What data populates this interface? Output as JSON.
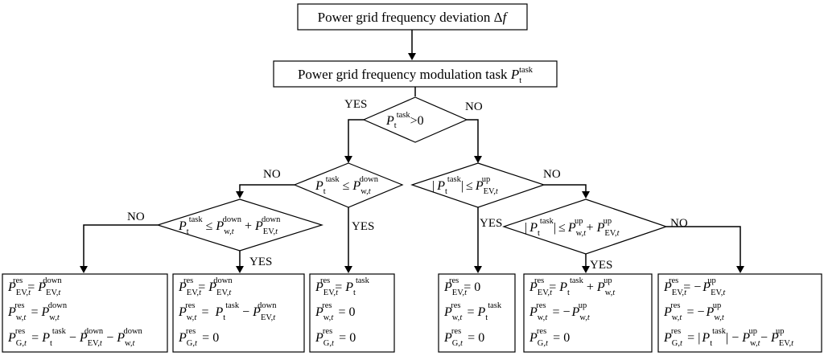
{
  "nodes": {
    "top_box": {
      "text": "Power grid frequency deviation Δ",
      "var": "f"
    },
    "task_box": {
      "text": "Power grid frequency modulation task ",
      "var": "P",
      "sub": "t",
      "sup": "task"
    },
    "d1": {
      "var": "P",
      "sub": "t",
      "sup": "task",
      "rel": ">0"
    },
    "d2": {
      "lhs_var": "P",
      "lhs_sub": "t",
      "lhs_sup": "task",
      "rel": "≤",
      "rhs_var": "P",
      "rhs_sub": "w,t",
      "rhs_sup": "down"
    },
    "d3": {
      "lhs_var": "P",
      "lhs_sub": "t",
      "lhs_sup": "task",
      "rel": "≤",
      "rhs": [
        "P",
        "w,t",
        "down",
        "+",
        "P",
        "EV,t",
        "down"
      ]
    },
    "d4": {
      "lhs_var": "P",
      "lhs_sub": "t",
      "lhs_sup": "task",
      "rel": "≤",
      "rhs_var": "P",
      "rhs_sub": "EV,t",
      "rhs_sup": "up"
    },
    "d5": {
      "lhs_var": "P",
      "lhs_sub": "t",
      "lhs_sup": "task",
      "rel": "≤",
      "rhs": [
        "P",
        "w,t",
        "up",
        "+",
        "P",
        "EV,t",
        "up"
      ]
    }
  },
  "labels": {
    "yes": "YES",
    "no": "NO"
  },
  "results": [
    [
      "P^{res}_{EV,t} = P^{down}_{EV,t}",
      "P^{res}_{w,t} = P^{down}_{w,t}",
      "P^{res}_{G,t} = P^{task}_{t} − P^{down}_{EV,t} − P^{down}_{w,t}"
    ],
    [
      "P^{res}_{EV,t} = P^{down}_{EV,t}",
      "P^{res}_{w,t} =  P^{task}_{t} − P^{down}_{EV,t}",
      "P^{res}_{G,t} = 0"
    ],
    [
      "P^{res}_{EV,t} = P^{task}_{t}",
      "P^{res}_{w,t} = 0",
      "P^{res}_{G,t} = 0"
    ],
    [
      "P^{res}_{EV,t} = 0",
      "P^{res}_{w,t} = P^{task}_{t}",
      "P^{res}_{G,t} = 0"
    ],
    [
      "P^{res}_{EV,t} = P^{task}_{t} + P^{up}_{w,t}",
      "P^{res}_{w,t} = −P^{up}_{w,t}",
      "P^{res}_{G,t} = 0"
    ],
    [
      "P^{res}_{EV,t} = −P^{up}_{EV,t}",
      "P^{res}_{w,t} = −P^{up}_{w,t}",
      "P^{res}_{G,t} = |P^{task}_{t}| − P^{up}_{w,t} − P^{up}_{EV,t}"
    ]
  ]
}
